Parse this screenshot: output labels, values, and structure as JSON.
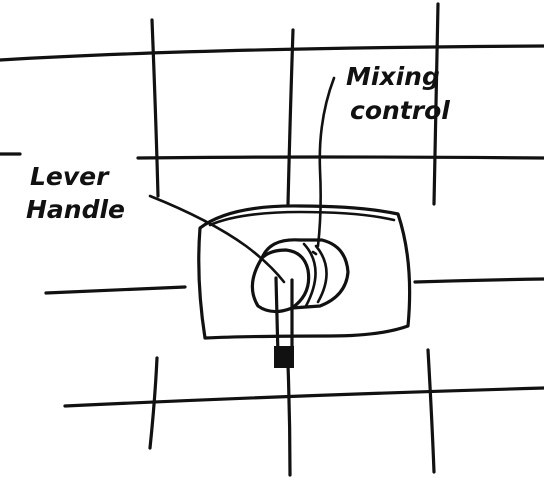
{
  "labels": {
    "mixing_line1": "Mixing",
    "mixing_line2": "control",
    "lever_line1": "Lever",
    "lever_line2": "Handle"
  },
  "colors": {
    "ink": "#111111",
    "background": "#ffffff"
  }
}
